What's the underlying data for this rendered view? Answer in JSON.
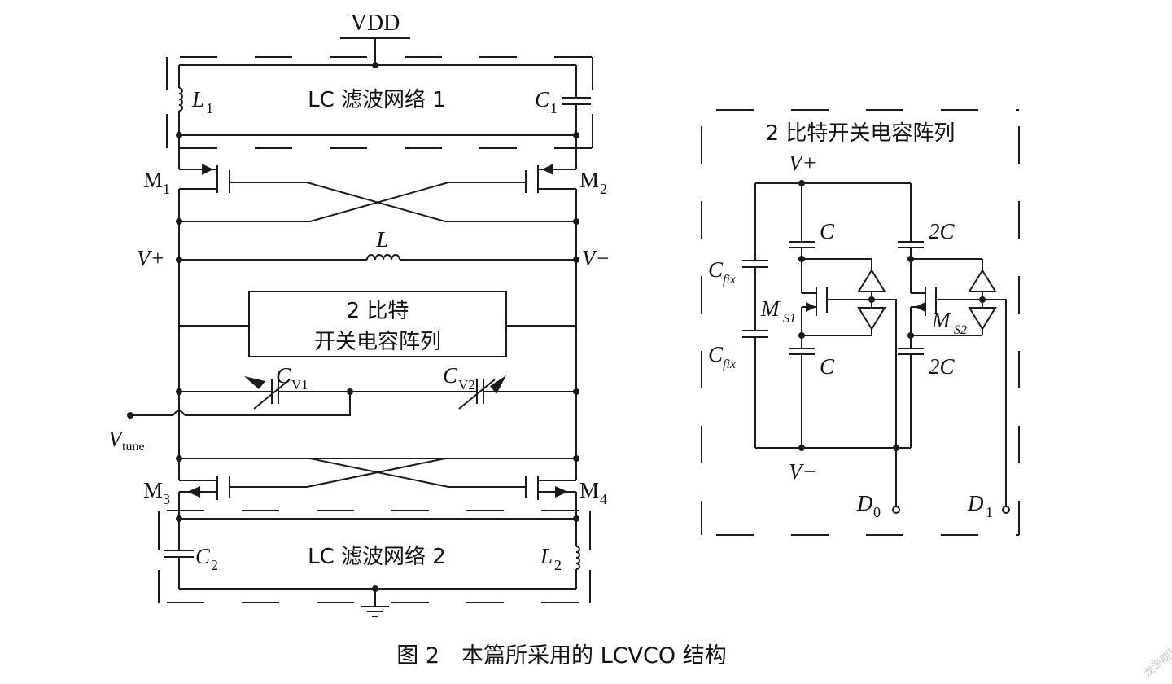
{
  "labels": {
    "vdd": "VDD",
    "lc_net1": "LC 滤波网络 1",
    "lc_net2": "LC 滤波网络 2",
    "L1": "L",
    "L1_sub": "1",
    "C1": "C",
    "C1_sub": "1",
    "C2": "C",
    "C2_sub": "2",
    "L2": "L",
    "L2_sub": "2",
    "M1": "M",
    "M1_sub": "1",
    "M2": "M",
    "M2_sub": "2",
    "M3": "M",
    "M3_sub": "3",
    "M4": "M",
    "M4_sub": "4",
    "v_plus": "V+",
    "v_minus": "V−",
    "L": "L",
    "box_line1": "2 比特",
    "box_line2": "开关电容阵列",
    "cv1": "C",
    "cv1_sub": "V1",
    "cv2": "C",
    "cv2_sub": "V2",
    "vtune": "V",
    "vtune_sub": "tune"
  },
  "detail": {
    "title": "2 比特开关电容阵列",
    "v_plus": "V+",
    "v_minus": "V−",
    "c_top_left": "C",
    "c_bottom_left": "C",
    "c_top_right": "2C",
    "c_bottom_right": "2C",
    "cfix_top": "C",
    "cfix_top_sub": "fix",
    "cfix_bottom": "C",
    "cfix_bottom_sub": "fix",
    "ms1": "M",
    "ms1_sub": "S1",
    "ms2": "M",
    "ms2_sub": "S2",
    "d0": "D",
    "d0_sub": "0",
    "d1": "D",
    "d1_sub": "1"
  },
  "caption": "图 2　本篇所采用的 LCVCO 结构",
  "watermark": "龙源期刊网"
}
